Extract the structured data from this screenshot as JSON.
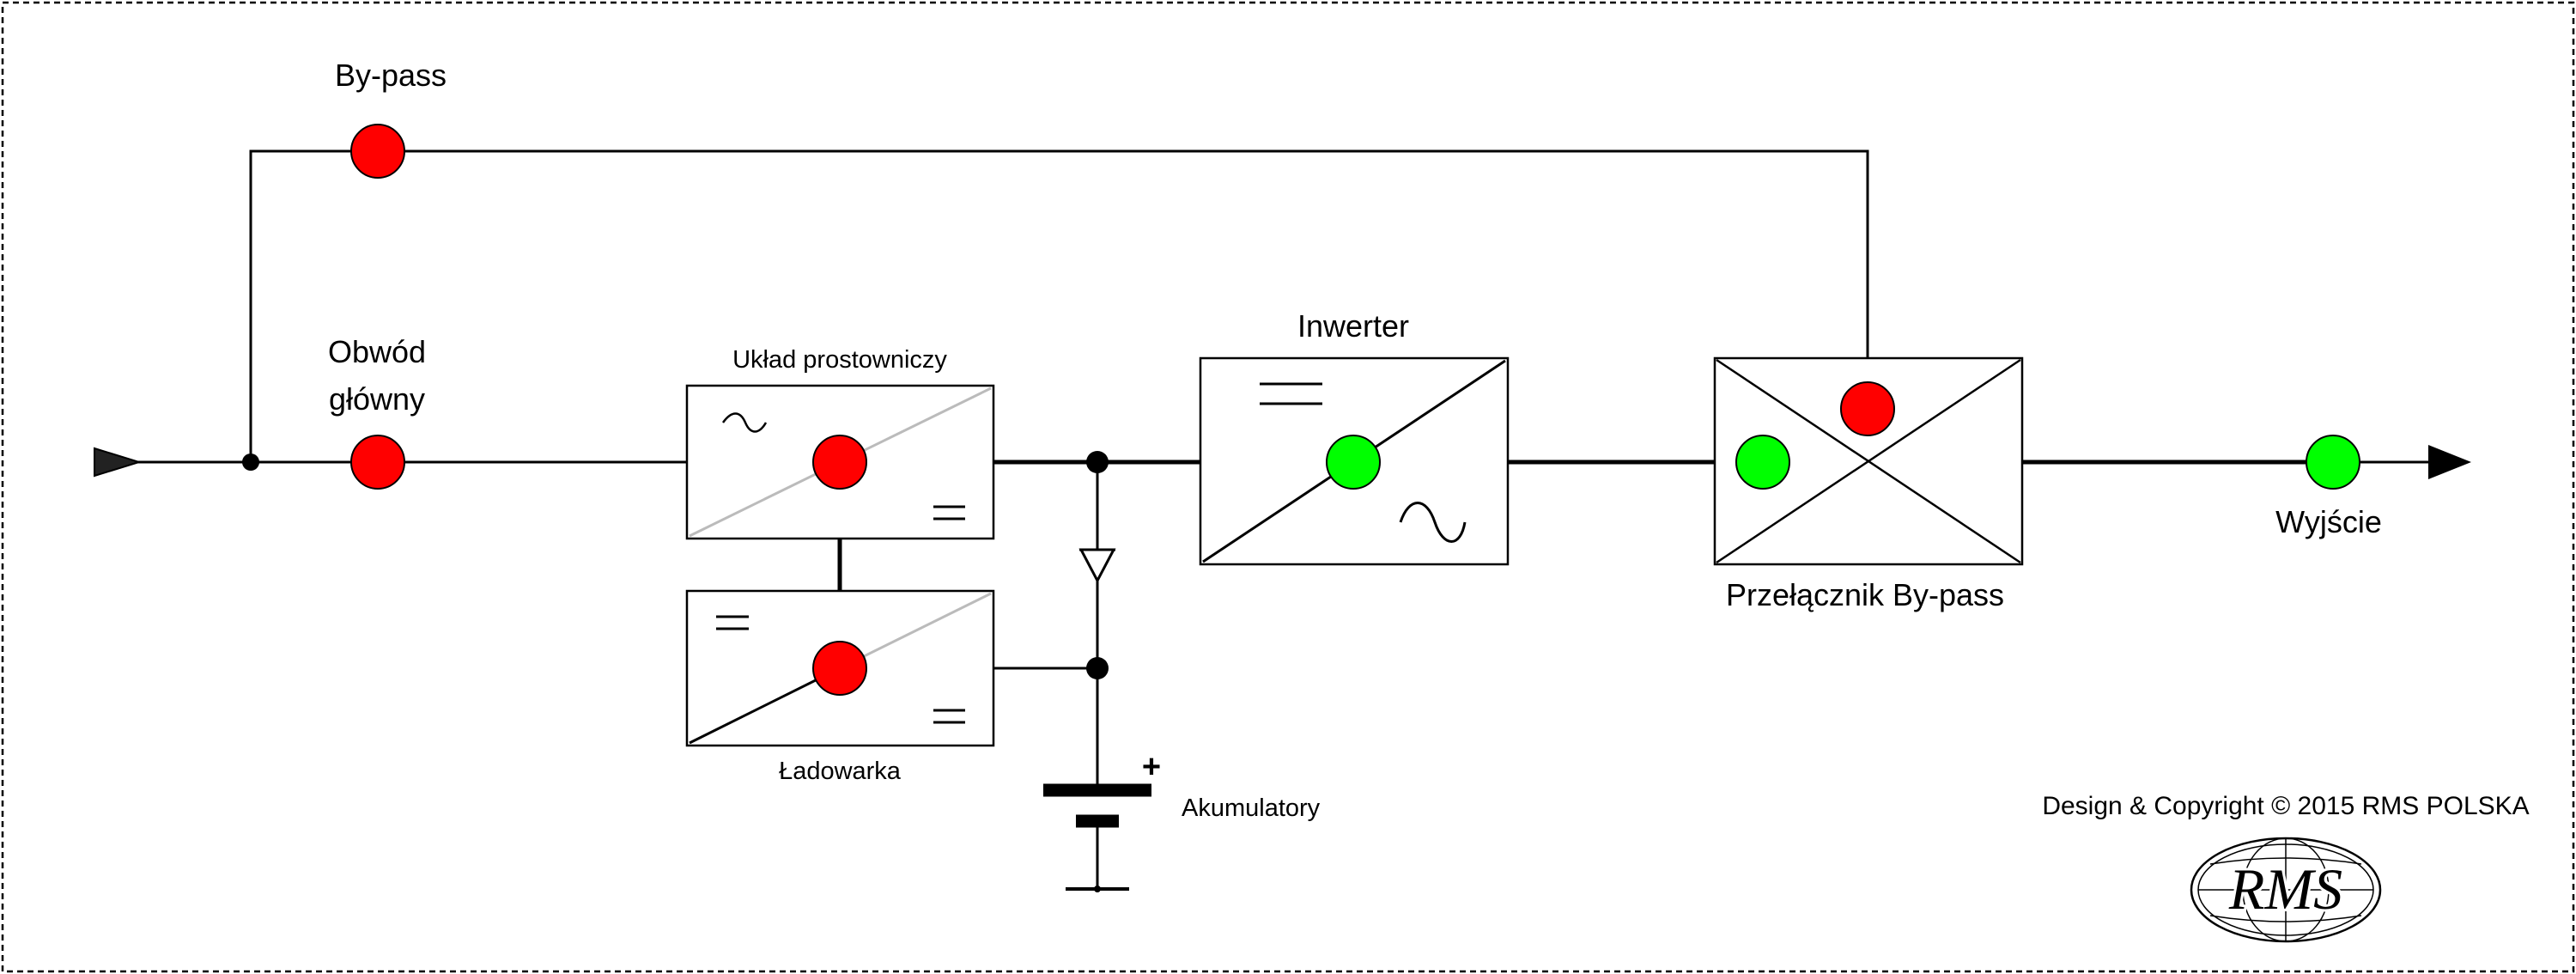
{
  "labels": {
    "bypass": "By-pass",
    "main_circuit_line1": "Obwód",
    "main_circuit_line2": "główny",
    "rectifier": "Układ prostowniczy",
    "inverter": "Inwerter",
    "bypass_switch": "Przełącznik By-pass",
    "charger": "Ładowarka",
    "batteries": "Akumulatory",
    "battery_plus": "+",
    "output": "Wyjście",
    "copyright": "Design & Copyright © 2015 RMS POLSKA",
    "logo_text": "RMS"
  },
  "indicators": {
    "bypass_line": "red",
    "main_circuit": "red",
    "rectifier": "red",
    "charger": "red",
    "inverter": "green",
    "switch_inverter_side": "green",
    "switch_bypass_side": "red",
    "output": "green"
  },
  "colors": {
    "red": "#ff0000",
    "green": "#00ff00",
    "line": "#000000",
    "background": "#ffffff"
  }
}
